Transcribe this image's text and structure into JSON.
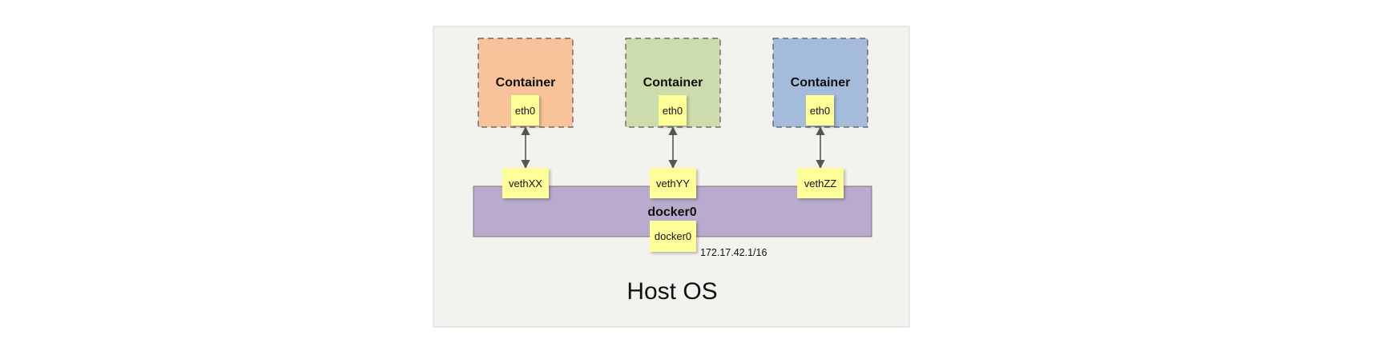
{
  "containers": [
    {
      "title": "Container",
      "iface": "eth0",
      "veth": "vethXX",
      "fill": "#f8c39a"
    },
    {
      "title": "Container",
      "iface": "eth0",
      "veth": "vethYY",
      "fill": "#cddcad"
    },
    {
      "title": "Container",
      "iface": "eth0",
      "veth": "vethZZ",
      "fill": "#a4bbdc"
    }
  ],
  "bridge": {
    "title": "docker0",
    "iface": "docker0",
    "ip": "172.17.42.1/16",
    "fill": "#b9abce"
  },
  "host": {
    "label": "Host OS"
  },
  "colors": {
    "pad": "#ffff99",
    "host_bg": "#f3f2ee"
  }
}
